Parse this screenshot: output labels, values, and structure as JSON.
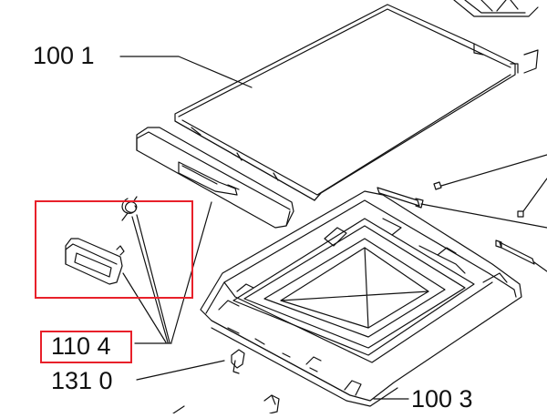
{
  "labels": {
    "part_1001": "100 1",
    "part_1104": "110 4",
    "part_1310": "131 0",
    "part_1003": "100 3"
  },
  "colors": {
    "line": "#111111",
    "highlight": "#e8202a",
    "background": "#ffffff"
  }
}
